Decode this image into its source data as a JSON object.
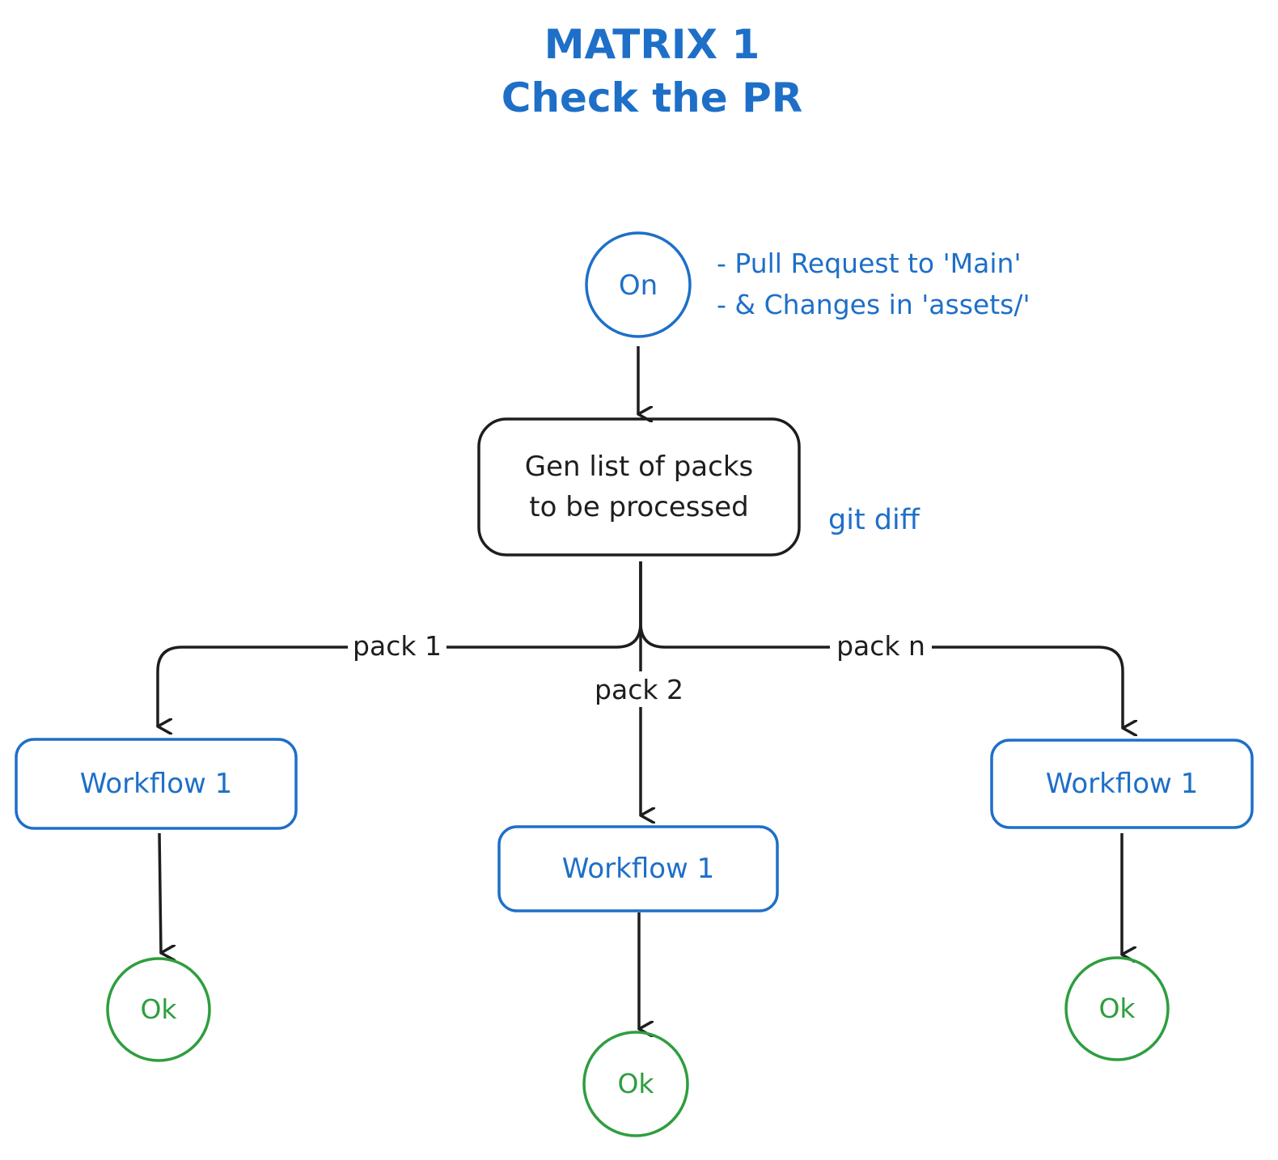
{
  "title": {
    "line1": "MATRIX 1",
    "line2": "Check the PR"
  },
  "start": {
    "label": "On",
    "notes": [
      "- Pull Request to 'Main'",
      "- & Changes in 'assets/'"
    ]
  },
  "process": {
    "line1": "Gen list of packs",
    "line2": "to be processed",
    "annotation": "git diff"
  },
  "branches": [
    {
      "edge_label": "pack 1",
      "workflow": "Workflow 1",
      "result": "Ok"
    },
    {
      "edge_label": "pack 2",
      "workflow": "Workflow 1",
      "result": "Ok"
    },
    {
      "edge_label": "pack n",
      "workflow": "Workflow 1",
      "result": "Ok"
    }
  ],
  "colors": {
    "blue": "#1e6fc8",
    "dark": "#1e1e1e",
    "green": "#2e9e3e",
    "background": "#ffffff"
  }
}
